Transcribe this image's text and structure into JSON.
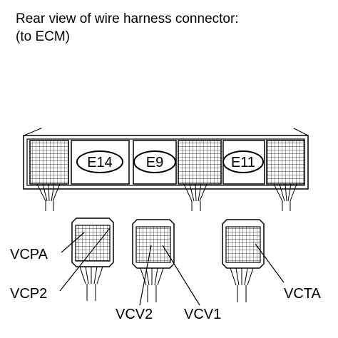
{
  "title": {
    "line1": "Rear view of wire harness connector:",
    "line2": "(to ECM)"
  },
  "connectors": [
    {
      "id": "E14",
      "label": "E14"
    },
    {
      "id": "E9",
      "label": "E9"
    },
    {
      "id": "E11",
      "label": "E11"
    }
  ],
  "terminals": [
    {
      "label": "VCPA"
    },
    {
      "label": "VCP2"
    },
    {
      "label": "VCV2"
    },
    {
      "label": "VCV1"
    },
    {
      "label": "VCTA"
    }
  ]
}
